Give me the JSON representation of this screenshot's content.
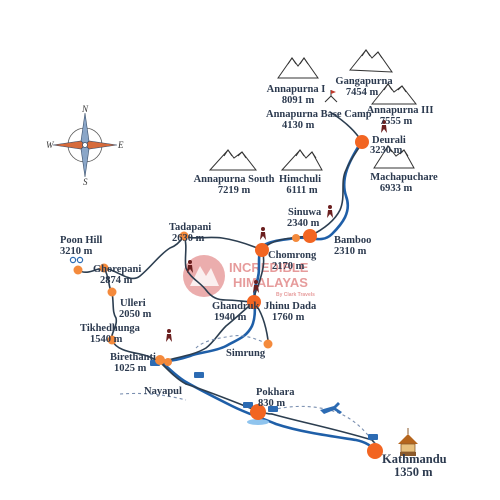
{
  "colors": {
    "river": "#1f5fa8",
    "trail": "#2c3e50",
    "node": "#f26522",
    "node_small": "#f48a3c",
    "dashed": "#7a8fb0",
    "mountain": "#333333",
    "watermark": "#d24a4a"
  },
  "peaks": [
    {
      "id": "annapurna-i",
      "name": "Annapurna I",
      "elev": "8091 m"
    },
    {
      "id": "gangapurna",
      "name": "Gangapurna",
      "elev": "7454 m"
    },
    {
      "id": "annapurna-iii",
      "name": "Annapurna III",
      "elev": "7555 m"
    },
    {
      "id": "machapuchare",
      "name": "Machapuchare",
      "elev": "6933 m"
    },
    {
      "id": "annapurna-south",
      "name": "Annapurna South",
      "elev": "7219 m"
    },
    {
      "id": "himchuli",
      "name": "Himchuli",
      "elev": "6111 m"
    }
  ],
  "places": [
    {
      "id": "annapurna-base-camp",
      "name": "Annapurna Base Camp",
      "elev": "4130 m"
    },
    {
      "id": "deurali",
      "name": "Deurali",
      "elev": "3230 m"
    },
    {
      "id": "sinuwa",
      "name": "Sinuwa",
      "elev": "2340 m"
    },
    {
      "id": "bamboo",
      "name": "Bamboo",
      "elev": "2310 m"
    },
    {
      "id": "chomrong",
      "name": "Chomrong",
      "elev": "2170 m"
    },
    {
      "id": "tadapani",
      "name": "Tadapani",
      "elev": "2630 m"
    },
    {
      "id": "poon-hill",
      "name": "Poon Hill",
      "elev": "3210 m"
    },
    {
      "id": "ghorepani",
      "name": "Ghorepani",
      "elev": "2874 m"
    },
    {
      "id": "ulleri",
      "name": "Ulleri",
      "elev": "2050 m"
    },
    {
      "id": "tikhedhunga",
      "name": "Tikhedhunga",
      "elev": "1540 m"
    },
    {
      "id": "birethanti",
      "name": "Birethanti",
      "elev": "1025 m"
    },
    {
      "id": "ghandruk",
      "name": "Ghandruk",
      "elev": "1940 m"
    },
    {
      "id": "jhinu-dada",
      "name": "Jhinu Dada",
      "elev": "1760 m"
    },
    {
      "id": "simrung",
      "name": "Simrung",
      "elev": ""
    },
    {
      "id": "nayapul",
      "name": "Nayapul",
      "elev": ""
    },
    {
      "id": "pokhara",
      "name": "Pokhara",
      "elev": "830 m"
    },
    {
      "id": "kathmandu",
      "name": "Kathmandu",
      "elev": "1350 m"
    }
  ],
  "compass": {
    "n": "N",
    "s": "S",
    "e": "E",
    "w": "W"
  },
  "watermark": {
    "line1": "INCREDIBLE",
    "line2": "HIMALAYAS",
    "tagline": "By Clark Travels"
  }
}
